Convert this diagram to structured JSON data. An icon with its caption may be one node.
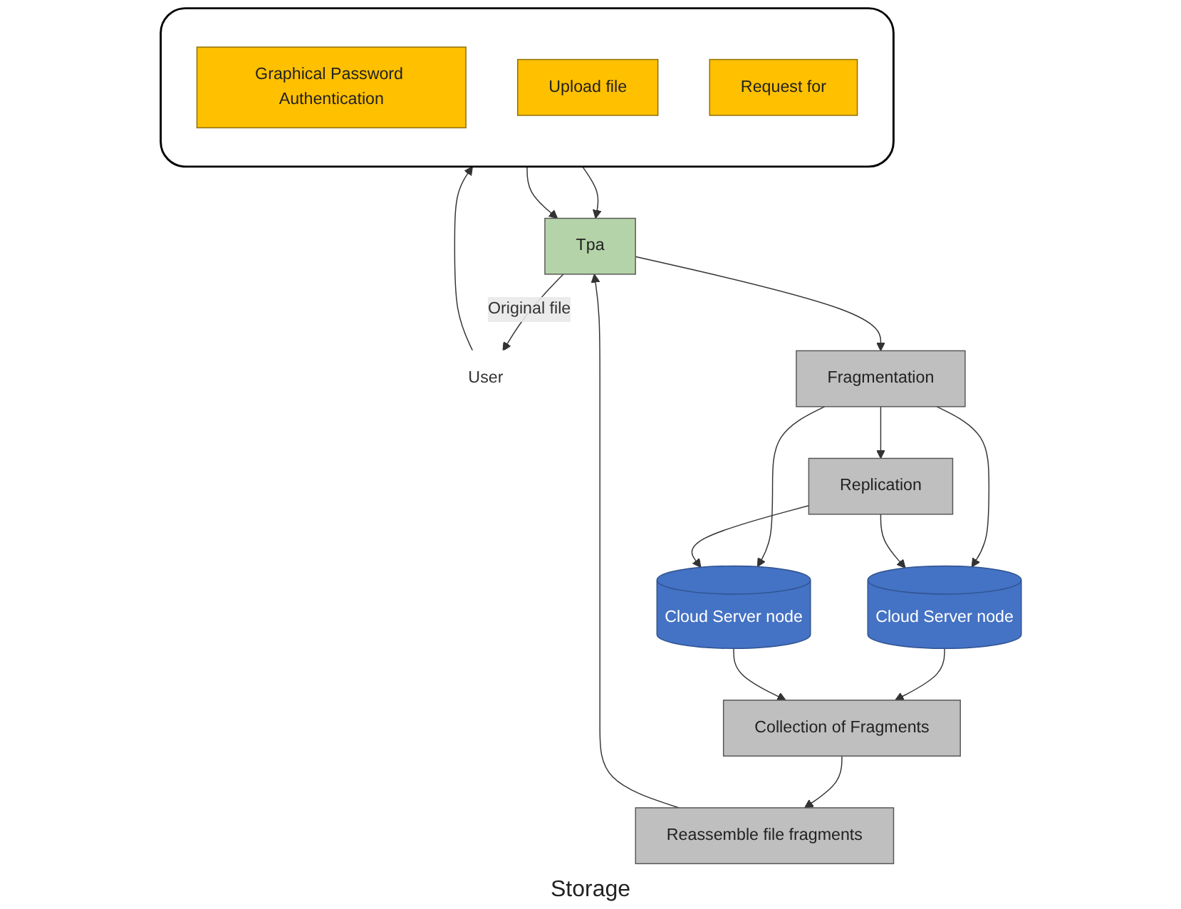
{
  "diagram": {
    "nodes": [
      {
        "text": [
          "User"
        ]
      },
      {
        "text": [],
        "shape": "box"
      },
      {
        "text": [
          "Graphical Password Authentication"
        ],
        "in": 1
      },
      {
        "text": [
          "Upload file"
        ],
        "in": 1
      },
      {
        "text": [
          "Request for"
        ],
        "in": 1
      },
      {
        "text": [
          "Tpa"
        ]
      },
      {
        "text": [
          "Fragmentation"
        ]
      },
      {
        "text": [
          "Replication"
        ]
      },
      {
        "text": [
          "Cloud Server node"
        ]
      },
      {
        "text": [
          "Cloud Server node"
        ]
      },
      {
        "text": [
          "Collection of Fragments"
        ]
      },
      {
        "text": [
          "Reassemble file fragments"
        ]
      }
    ],
    "edges": [
      {
        "from": 0,
        "to": 1,
        "arrow": "to"
      },
      {
        "from": 1,
        "to": 5,
        "arrow": "to"
      },
      {
        "from": 1,
        "to": 5,
        "arrow": "to"
      },
      {
        "from": 5,
        "to": 0,
        "arrow": "to",
        "label": "Original file"
      },
      {
        "from": 5,
        "to": 6,
        "arrow": "to"
      },
      {
        "from": 6,
        "to": 7,
        "arrow": "to"
      },
      {
        "from": 6,
        "to": 8,
        "arrow": "to"
      },
      {
        "from": 6,
        "to": 9,
        "arrow": "to"
      },
      {
        "from": 7,
        "to": 8,
        "arrow": "to"
      },
      {
        "from": 7,
        "to": 9,
        "arrow": "to"
      },
      {
        "from": 8,
        "to": 10,
        "arrow": "to"
      },
      {
        "from": 9,
        "to": 10,
        "arrow": "to"
      },
      {
        "from": 10,
        "to": 11,
        "arrow": "to"
      },
      {
        "from": 11,
        "to": 5,
        "arrow": "to"
      }
    ],
    "labels": [
      "Storage"
    ]
  }
}
